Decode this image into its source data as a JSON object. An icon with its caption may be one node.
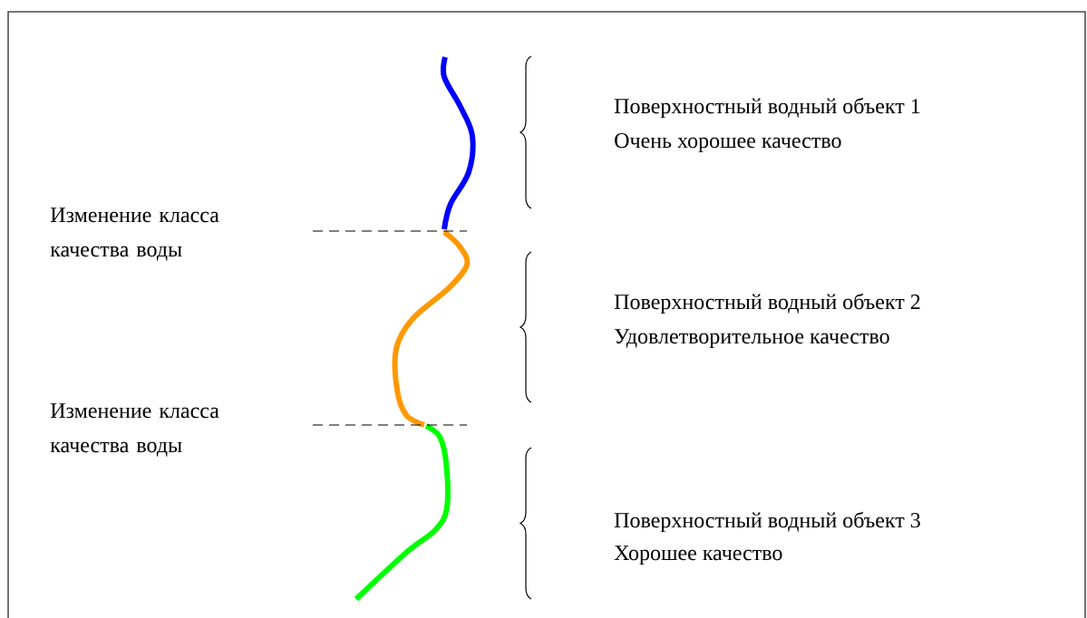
{
  "diagram": {
    "labels": [
      "Поверхностный водный объект 1",
      "Очень хорошее качество",
      "Изменение класса качества воды",
      "Поверхностный водный объект 2",
      "Удовлетворительное качество",
      "Изменение класса качества воды",
      "Поверхностный водный объект 3",
      "Хорошее качество"
    ]
  }
}
